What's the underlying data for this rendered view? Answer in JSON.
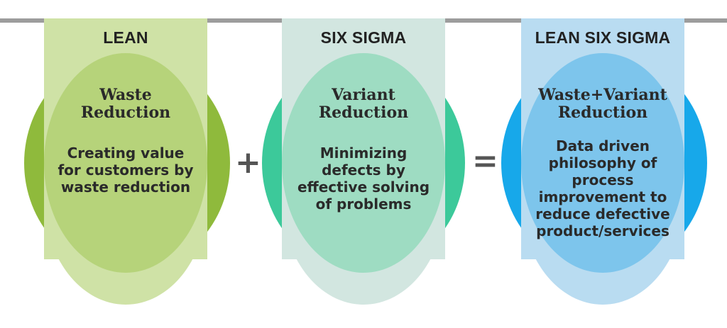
{
  "colors": {
    "topline": "#9c9c9c",
    "lean_dark": "#8fba3c",
    "lean_light": "#cfe2a6",
    "lean_circle": "#b6d37a",
    "sixsigma_dark": "#3cc99a",
    "sixsigma_light": "#d2e6e0",
    "sixsigma_circle": "#9edcc2",
    "lss_dark": "#17a8ea",
    "lss_light": "#b9dcf1",
    "lss_circle": "#7dc5ec"
  },
  "panels": [
    {
      "title": "LEAN",
      "heading_line1": "Waste",
      "heading_line2": "Reduction",
      "desc_lines": [
        "Creating value",
        "for customers by",
        "waste reduction"
      ]
    },
    {
      "title": "SIX SIGMA",
      "heading_line1": "Variant",
      "heading_line2": "Reduction",
      "desc_lines": [
        "Minimizing",
        "defects by",
        "effective solving",
        "of problems"
      ]
    },
    {
      "title": "LEAN SIX SIGMA",
      "heading_line1": "Waste+Variant",
      "heading_line2": "Reduction",
      "desc_lines": [
        "Data driven",
        "philosophy of",
        "process",
        "improvement to",
        "reduce defective",
        "product/services"
      ]
    }
  ],
  "operators": {
    "plus": "+",
    "equals": "="
  }
}
